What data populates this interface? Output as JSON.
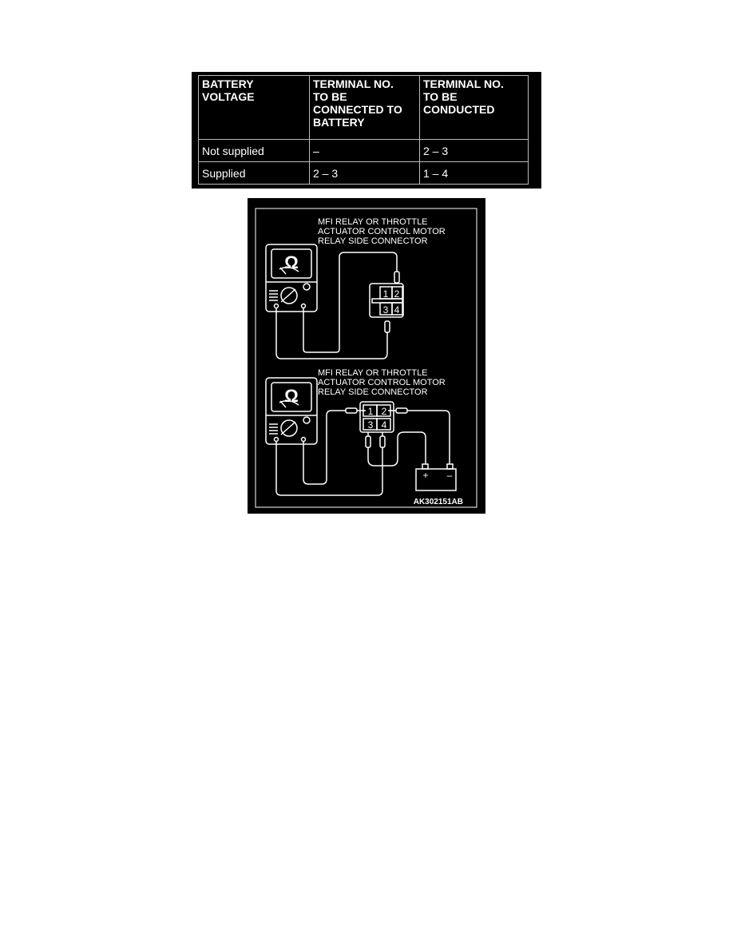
{
  "table": {
    "headers": [
      "BATTERY VOLTAGE",
      "TERMINAL NO. TO BE CONNECTED TO BATTERY",
      "TERMINAL NO. TO BE CONDUCTED"
    ],
    "header_lines": [
      [
        "BATTERY",
        "VOLTAGE"
      ],
      [
        "TERMINAL NO.",
        "TO BE",
        "CONNECTED TO",
        "BATTERY"
      ],
      [
        "TERMINAL NO.",
        "TO BE",
        "CONDUCTED"
      ]
    ],
    "rows": [
      [
        "Not supplied",
        "–",
        "2 – 3"
      ],
      [
        "Supplied",
        "2 – 3",
        "1 – 4"
      ]
    ]
  },
  "diagram": {
    "top_label": [
      "MFI RELAY OR THROTTLE",
      "ACTUATOR CONTROL MOTOR",
      "RELAY SIDE CONNECTOR"
    ],
    "bottom_label": [
      "MFI RELAY  OR THROTTLE",
      "ACTUATOR CONTROL MOTOR",
      "RELAY SIDE CONNECTOR"
    ],
    "meter_symbol": "Ω",
    "terminals": [
      "1",
      "2",
      "3",
      "4"
    ],
    "battery_plus": "+",
    "battery_minus": "–",
    "figure_code": "AK302151AB"
  }
}
